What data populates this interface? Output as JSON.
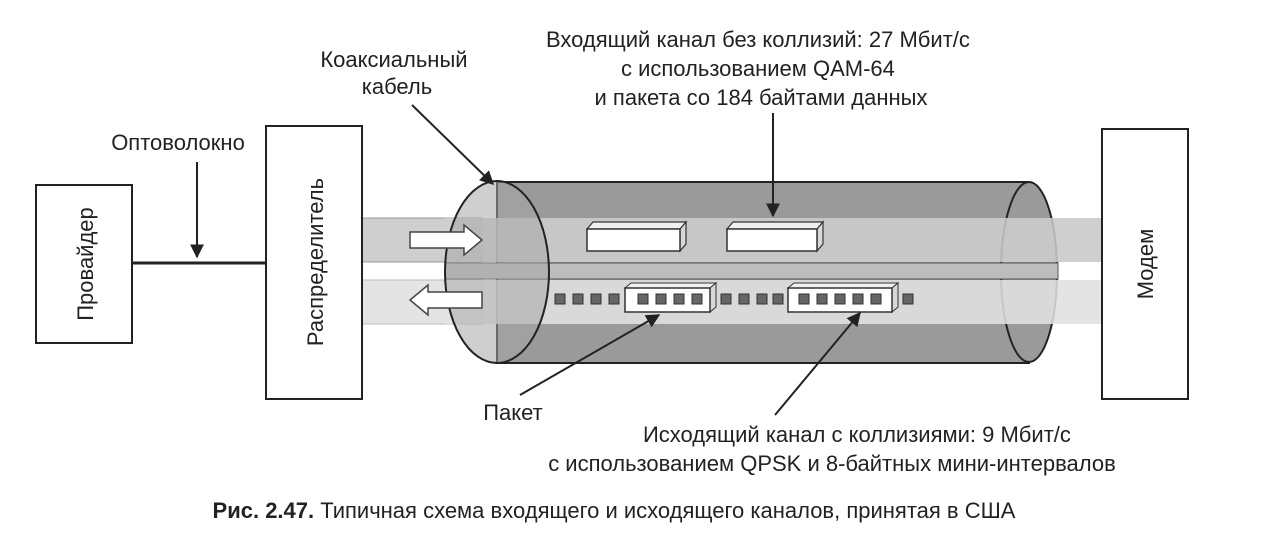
{
  "labels": {
    "provider": "Провайдер",
    "distributor": "Распределитель",
    "modem": "Модем",
    "fiber": "Оптоволокно",
    "coax_line1": "Коаксиальный",
    "coax_line2": "кабель",
    "downstream_line1": "Входящий канал без коллизий: 27 Мбит/с",
    "downstream_line2": "с использованием QAM-64",
    "downstream_line3": "и пакета со 184 байтами данных",
    "packet": "Пакет",
    "upstream_line1": "Исходящий канал с коллизиями: 9 Мбит/с",
    "upstream_line2": "с использованием QPSK и 8-байтных мини-интервалов"
  },
  "caption": {
    "number": "Рис. 2.47.",
    "text": " Типичная схема входящего и исходящего каналов, принятая в США"
  },
  "colors": {
    "outline": "#222222",
    "cable_body": "#9a9a9a",
    "cable_band": "#bdbdbd",
    "downstream_lane": "#cfcfcf",
    "upstream_lane": "#e4e4e4",
    "minislot": "#666666",
    "box_fill": "#ffffff"
  }
}
